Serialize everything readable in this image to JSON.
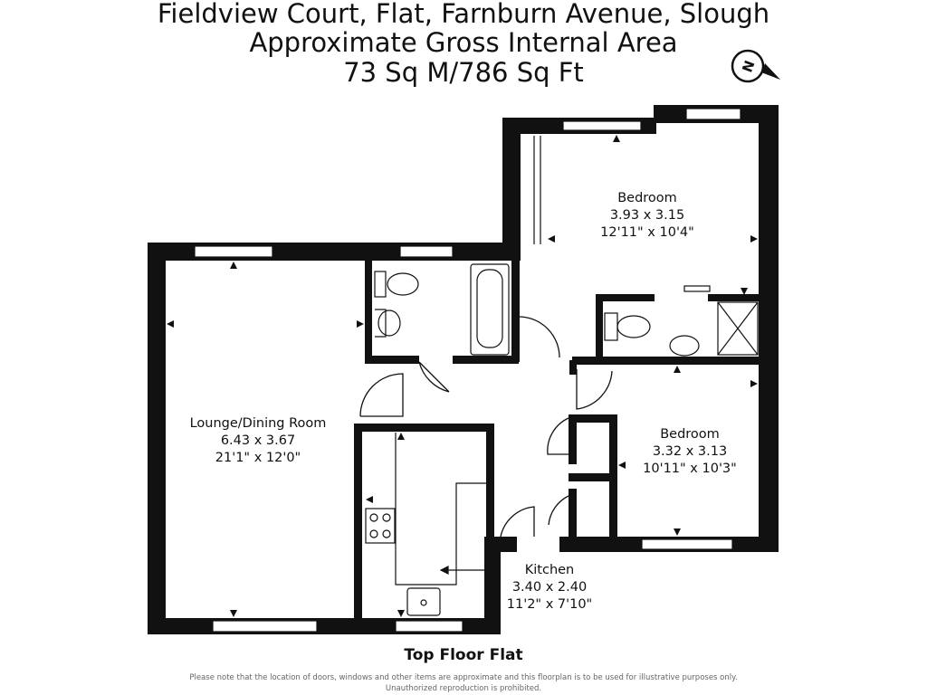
{
  "header": {
    "line1": "Fieldview Court, Flat, Farnburn Avenue, Slough",
    "line2": "Approximate Gross Internal Area",
    "line3": "73 Sq M/786 Sq Ft"
  },
  "compass": {
    "label": "N"
  },
  "rooms": {
    "bedroom1": {
      "name": "Bedroom",
      "metric": "3.93 x 3.15",
      "imperial": "12'11\" x 10'4\""
    },
    "bedroom2": {
      "name": "Bedroom",
      "metric": "3.32 x 3.13",
      "imperial": "10'11\" x 10'3\""
    },
    "lounge": {
      "name": "Lounge/Dining Room",
      "metric": "6.43 x 3.67",
      "imperial": "21'1\" x 12'0\""
    },
    "kitchen": {
      "name": "Kitchen",
      "metric": "3.40 x 2.40",
      "imperial": "11'2\" x 7'10\""
    }
  },
  "floor_label": "Top Floor Flat",
  "disclaimer": "Please note that the location of doors, windows and other items are approximate and this floorplan is to be used for illustrative purposes only. Unauthorized reproduction is prohibited."
}
